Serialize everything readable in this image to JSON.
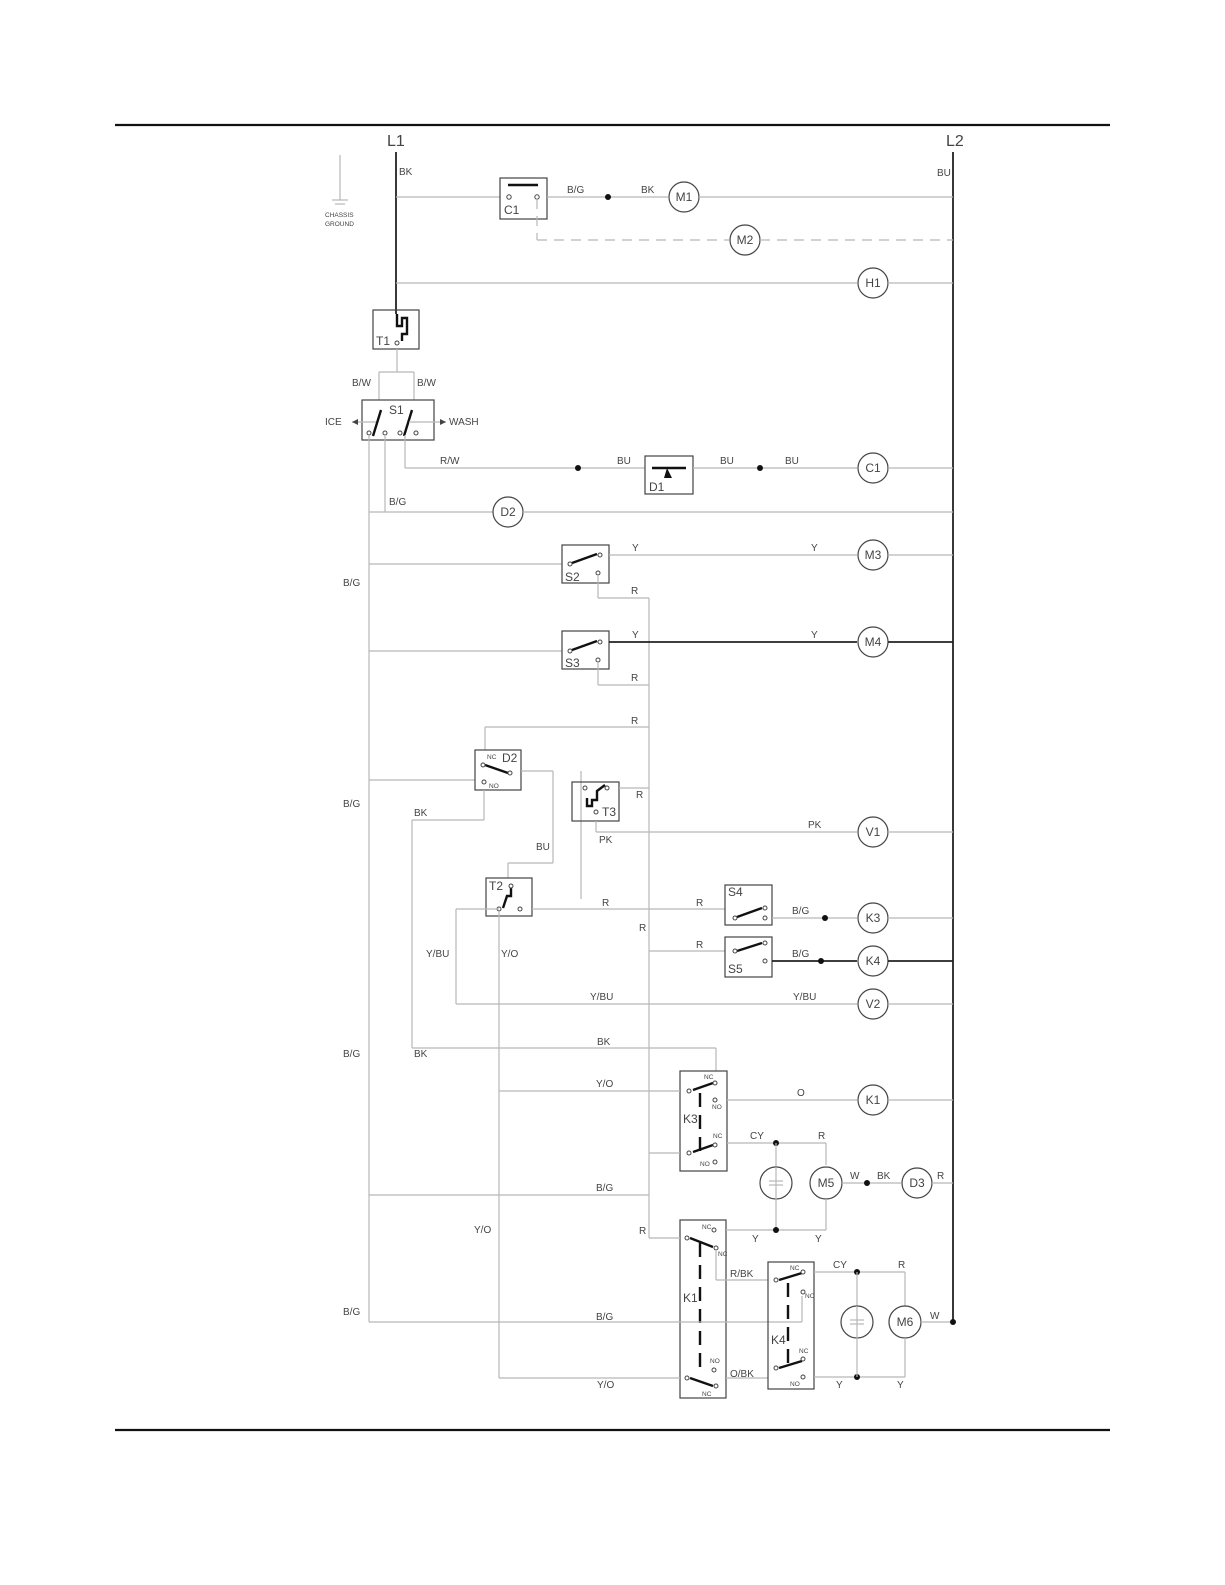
{
  "rails": {
    "left": "L1",
    "right": "L2"
  },
  "ground_label": [
    "CHASSIS",
    "GROUND"
  ],
  "selector": {
    "left": "ICE",
    "right": "WASH"
  },
  "components": {
    "C1": "C1",
    "T1": "T1",
    "S1": "S1",
    "D1": "D1",
    "S2": "S2",
    "S3": "S3",
    "D2": "D2",
    "T3": "T3",
    "T2": "T2",
    "S4": "S4",
    "S5": "S5",
    "K3": "K3",
    "K1": "K1",
    "K4": "K4"
  },
  "loads": {
    "M1": "M1",
    "M2": "M2",
    "H1": "H1",
    "C1": "C1",
    "D2": "D2",
    "M3": "M3",
    "M4": "M4",
    "V1": "V1",
    "K3": "K3",
    "K4": "K4",
    "V2": "V2",
    "K1": "K1",
    "M5": "M5",
    "D3": "D3",
    "M6": "M6"
  },
  "contacts": {
    "nc": "NC",
    "no": "NO"
  },
  "wires": {
    "bk": "BK",
    "bu": "BU",
    "bg": "B/G",
    "bw": "B/W",
    "rw": "R/W",
    "y": "Y",
    "r": "R",
    "pk": "PK",
    "ybu": "Y/BU",
    "yo": "Y/O",
    "o": "O",
    "cy": "CY",
    "w": "W",
    "rbk": "R/BK",
    "obk": "O/BK"
  }
}
